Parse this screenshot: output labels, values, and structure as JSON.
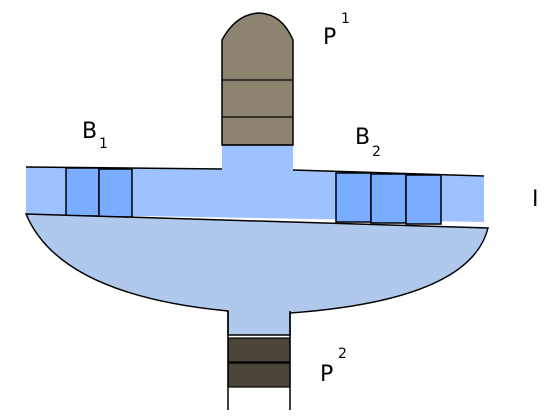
{
  "labels": {
    "p1": {
      "base": "P",
      "sup": "1"
    },
    "p2": {
      "base": "P",
      "sup": "2"
    },
    "b1": {
      "base": "B",
      "sub": "1"
    },
    "b2": {
      "base": "B",
      "sub": "2"
    },
    "interface": "I"
  },
  "colors": {
    "light_blue": "#b0c8ec",
    "medium_blue": "#9ec2ff",
    "block_blue": "#7aacff",
    "khaki": "#8c8470",
    "dark_slab": "#4a4538",
    "stroke": "#000000"
  }
}
